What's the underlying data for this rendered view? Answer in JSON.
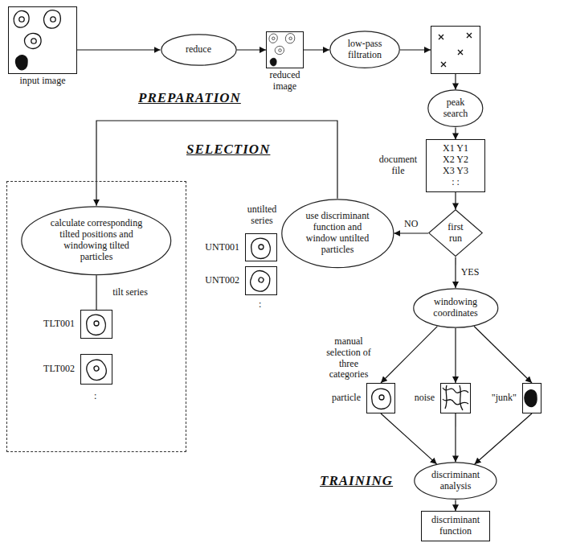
{
  "diagram": {
    "nodes": [
      {
        "text": [
          "input image"
        ]
      },
      {
        "text": [
          "reduce"
        ]
      },
      {
        "text": [
          "reduced image"
        ]
      },
      {
        "text": [
          "low-pass filtration"
        ]
      },
      {
        "text": []
      },
      {
        "text": [
          "peak search"
        ]
      },
      {
        "text": [
          "document file",
          "X1 Y1",
          "X2 Y2",
          "X3 Y3",
          ": :"
        ]
      },
      {
        "text": [
          "first run"
        ]
      },
      {
        "text": []
      },
      {
        "text": [
          "calculate corresponding tilted positions and windowing tilted particles"
        ],
        "in": 8
      },
      {
        "text": [
          "TLT001"
        ],
        "in": 8
      },
      {
        "text": [
          "TLT002"
        ],
        "in": 8
      },
      {
        "text": [
          "use discriminant function and window untilted particles"
        ]
      },
      {
        "text": [
          "UNT001"
        ]
      },
      {
        "text": [
          "UNT002"
        ]
      },
      {
        "text": [
          "windowing coordinates"
        ]
      },
      {
        "text": [
          "particle"
        ]
      },
      {
        "text": [
          "noise"
        ]
      },
      {
        "text": [
          "\"junk\""
        ]
      },
      {
        "text": [
          "discriminant analysis"
        ]
      },
      {
        "text": [
          "discriminant function"
        ]
      }
    ],
    "edges": [
      {
        "from": 0,
        "to": 1,
        "arrow": "to"
      },
      {
        "from": 1,
        "to": 2,
        "arrow": "to"
      },
      {
        "from": 2,
        "to": 3,
        "arrow": "to"
      },
      {
        "from": 3,
        "to": 4,
        "arrow": "to"
      },
      {
        "from": 4,
        "to": 5,
        "arrow": "to"
      },
      {
        "from": 5,
        "to": 6,
        "arrow": "to"
      },
      {
        "from": 6,
        "to": 7,
        "arrow": "to"
      },
      {
        "from": 7,
        "to": 12,
        "label": "NO",
        "arrow": "to"
      },
      {
        "from": 7,
        "to": 15,
        "label": "YES",
        "arrow": "to"
      },
      {
        "from": 12,
        "to": 9,
        "arrow": "to"
      },
      {
        "from": 9,
        "to": 10,
        "label": "tilt series",
        "arrow": "none"
      },
      {
        "from": 15,
        "to": 16,
        "arrow": "to"
      },
      {
        "from": 15,
        "to": 17,
        "arrow": "to"
      },
      {
        "from": 15,
        "to": 18,
        "arrow": "to"
      },
      {
        "from": 16,
        "to": 19,
        "arrow": "to"
      },
      {
        "from": 17,
        "to": 19,
        "arrow": "to"
      },
      {
        "from": 18,
        "to": 19,
        "arrow": "to"
      },
      {
        "from": 19,
        "to": 20,
        "arrow": "to"
      }
    ],
    "labels": [
      "PREPARATION",
      "SELECTION",
      "untilted series",
      ":",
      ":",
      "manual selection of three categories",
      "TRAINING"
    ]
  }
}
